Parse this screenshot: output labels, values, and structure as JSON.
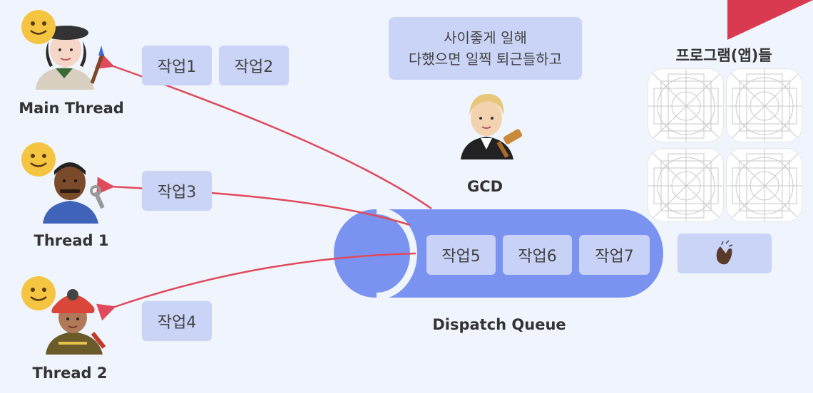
{
  "threads": [
    {
      "label": "Main Thread"
    },
    {
      "label": "Thread 1"
    },
    {
      "label": "Thread 2"
    }
  ],
  "tasks": {
    "t1": "작업1",
    "t2": "작업2",
    "t3": "작업3",
    "t4": "작업4",
    "t5": "작업5",
    "t6": "작업6",
    "t7": "작업7"
  },
  "gcd": {
    "label": "GCD",
    "bubble_line1": "사이좋게 일해",
    "bubble_line2": "다했으면 일찍 퇴근들하고"
  },
  "queue": {
    "label": "Dispatch Queue"
  },
  "apps": {
    "label": "프로그램(앱)들"
  },
  "colors": {
    "queue": "#7b93f0",
    "task_bg": "#c9d4f7",
    "arrow": "#e04a5a",
    "corner": "#d93a4f"
  }
}
